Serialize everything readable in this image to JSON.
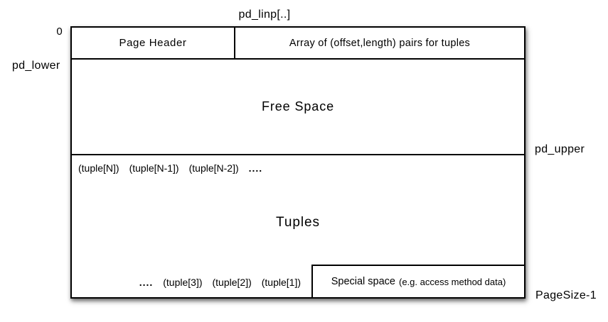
{
  "page": {
    "outside_labels": {
      "pd_linp": "pd_linp[..]",
      "offset_zero": "0",
      "pd_lower": "pd_lower",
      "pd_upper": "pd_upper",
      "page_size": "PageSize-1"
    },
    "header_row": {
      "page_header": "Page Header",
      "line_pointer_array": "Array of (offset,length) pairs for tuples"
    },
    "free_space": {
      "label": "Free Space"
    },
    "tuples": {
      "label": "Tuples",
      "top_items": [
        "(tuple[N])",
        "(tuple[N-1])",
        "(tuple[N-2])",
        "...."
      ],
      "bottom_items": [
        "....",
        "(tuple[3])",
        "(tuple[2])",
        "(tuple[1])"
      ]
    },
    "special_space": {
      "label": "Special space",
      "note": "(e.g. access method data)"
    }
  }
}
